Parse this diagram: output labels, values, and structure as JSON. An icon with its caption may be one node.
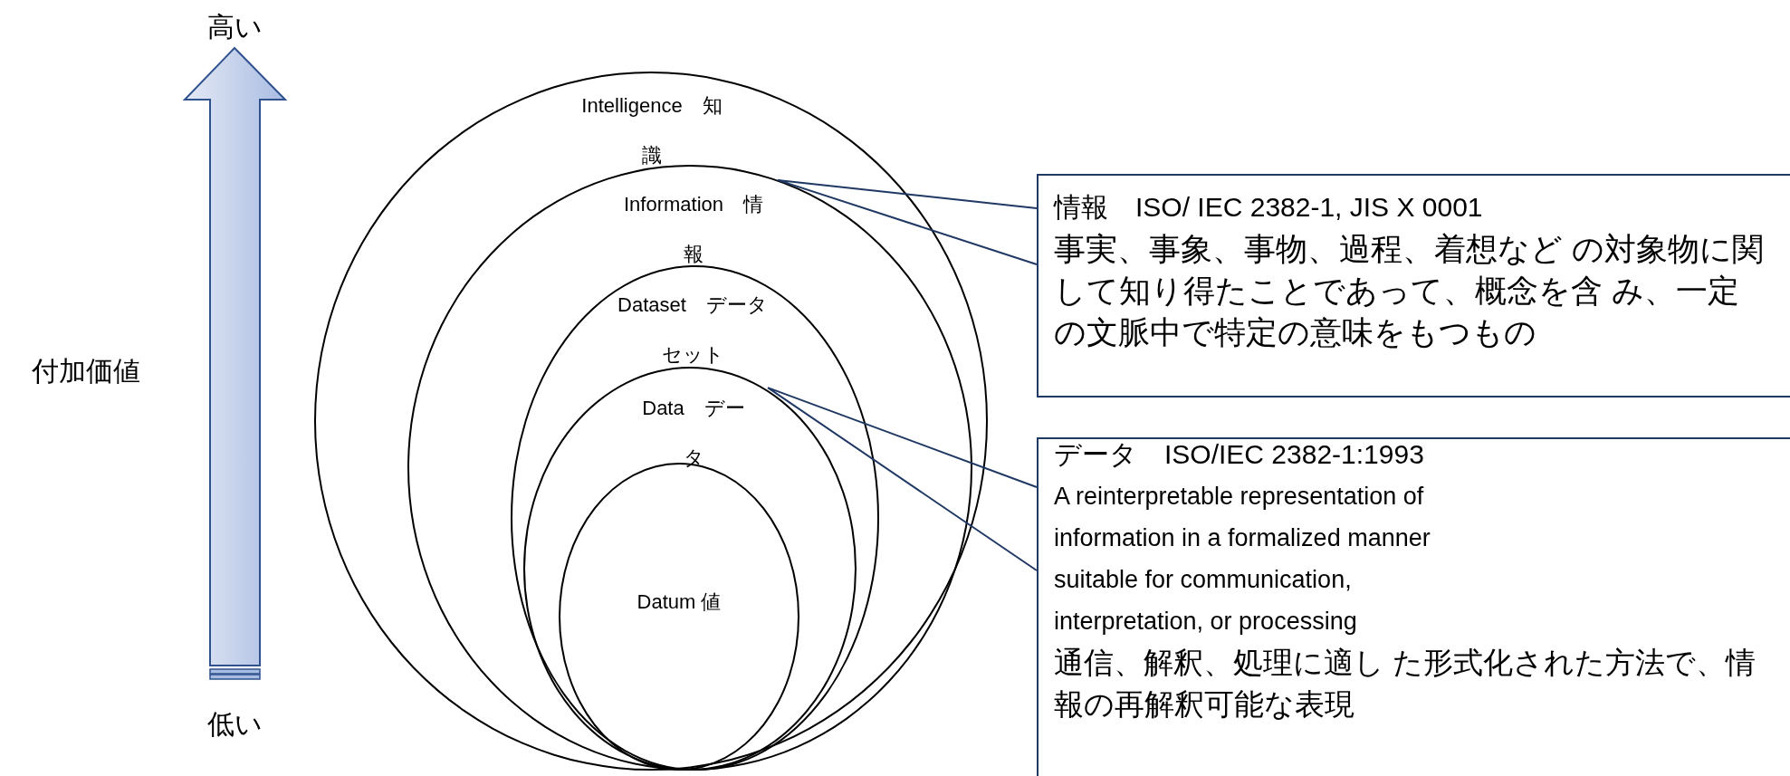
{
  "diagram": {
    "nodes": [
      {
        "text": [
          "Intelligence　知識"
        ]
      },
      {
        "text": [
          "Information　情報"
        ],
        "in": 0
      },
      {
        "text": [
          "Dataset　データセット"
        ],
        "in": 1
      },
      {
        "text": [
          "Data　データ"
        ],
        "in": 2
      },
      {
        "text": [
          "Datum 値"
        ],
        "in": 3
      },
      {
        "text": [
          "情報　ISO/ IEC 2382-1, JIS X 0001",
          "事実、事象、事物、過程、着想など の対象物に関して知り得たことであって、概念を含 み、一定の文脈中で特定の意味をもつもの"
        ]
      },
      {
        "text": [
          "データ　ISO/IEC 2382-1:1993",
          "A reinterpretable representation of information in a formalized manner suitable for communication, interpretation, or processing",
          "通信、解釈、処理に適し た形式化された方法で、情報の再解釈可能な表現"
        ]
      }
    ],
    "edges": [
      {
        "from": 5,
        "to": 1,
        "arrow": "none"
      },
      {
        "from": 6,
        "to": 3,
        "arrow": "none"
      }
    ],
    "labels": [
      "高い",
      "付加価値",
      "低い"
    ]
  }
}
